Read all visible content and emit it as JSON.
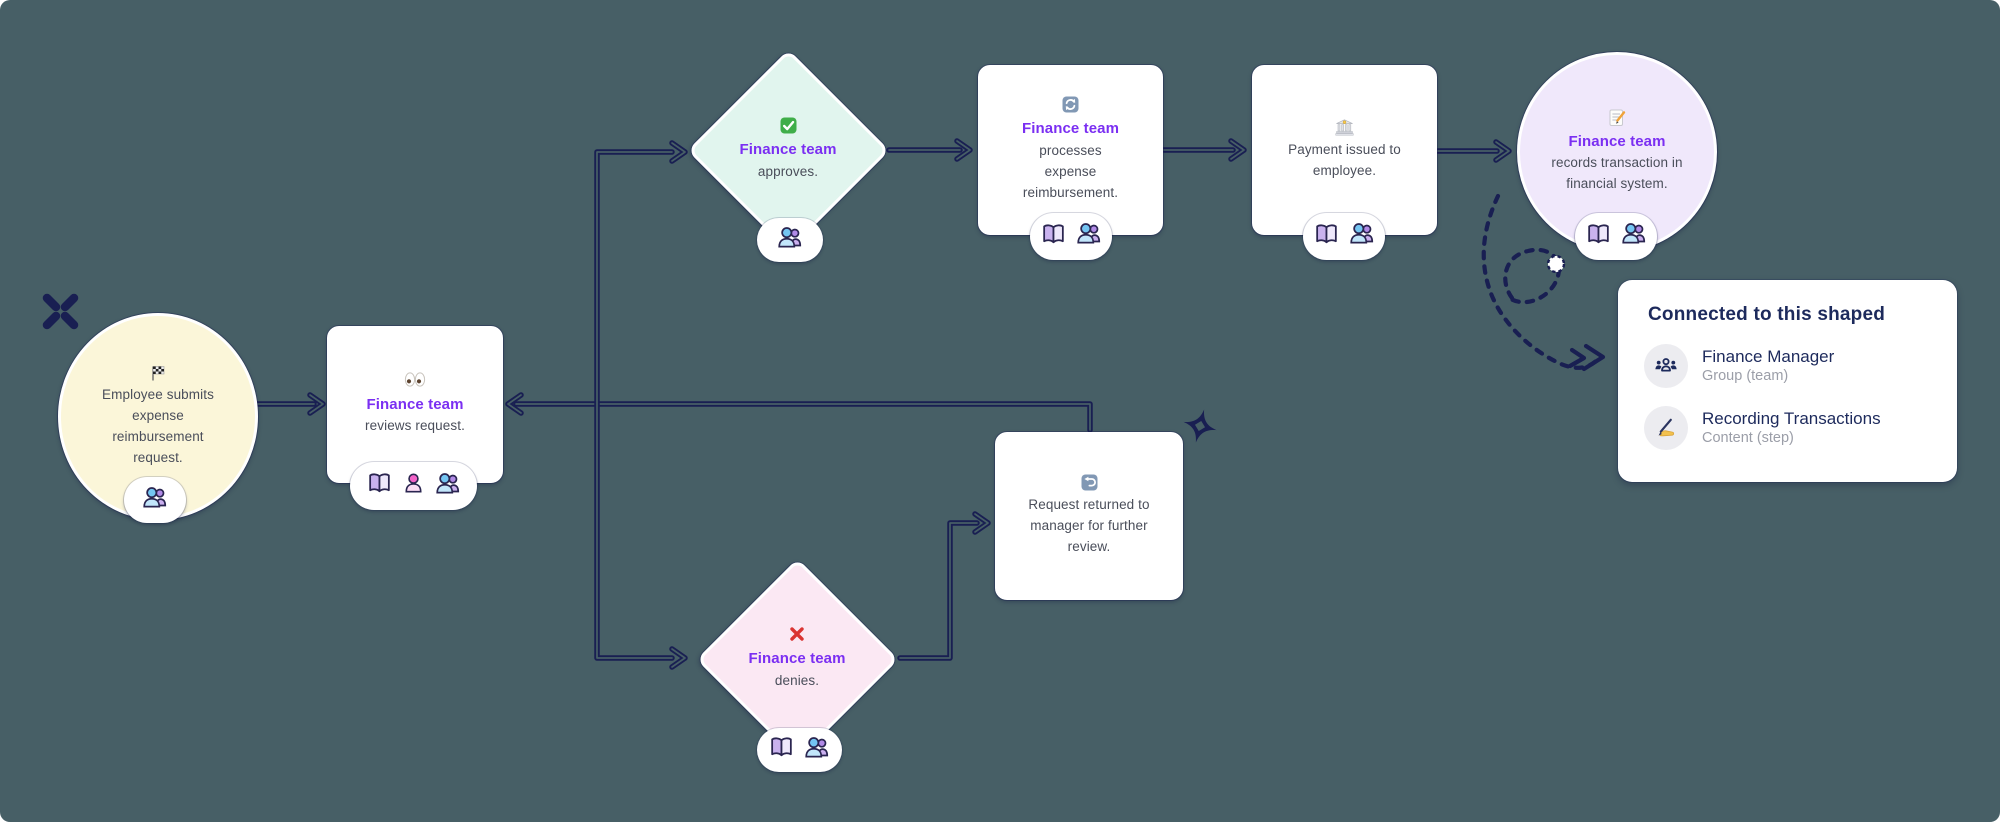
{
  "canvas": {
    "background_color": "#475f66",
    "connector_color": "#191f52",
    "accent_purple": "#7b2ff2",
    "decorations": [
      "x-sparkle-icon",
      "star-sparkle-icon",
      "dashed-loop-arrow"
    ]
  },
  "nodes": {
    "employee_submits": {
      "shape": "circle",
      "fill": "#fbf6d9",
      "icon": "checkered-flag-icon",
      "text": "Employee submits expense reimbursement request.",
      "badges": [
        "people-icon"
      ]
    },
    "reviews": {
      "shape": "rectangle",
      "fill": "#ffffff",
      "icon": "eyes-icon",
      "team": "Finance team",
      "text": "reviews request.",
      "badges": [
        "book-icon",
        "person-icon",
        "people-icon"
      ]
    },
    "approves": {
      "shape": "diamond",
      "fill": "#e1f5ee",
      "icon": "check-icon",
      "team": "Finance team",
      "text": "approves.",
      "badges": [
        "people-icon"
      ]
    },
    "processes": {
      "shape": "rectangle",
      "fill": "#ffffff",
      "icon": "refresh-icon",
      "team": "Finance team",
      "text": "processes expense reimbursement.",
      "badges": [
        "book-icon",
        "people-icon"
      ]
    },
    "payment": {
      "shape": "rectangle",
      "fill": "#ffffff",
      "icon": "bank-icon",
      "text": "Payment issued to employee.",
      "badges": [
        "book-icon",
        "people-icon"
      ]
    },
    "records": {
      "shape": "circle",
      "fill": "#f0e8fb",
      "icon": "memo-icon",
      "team": "Finance team",
      "text": "records transaction in financial system.",
      "badges": [
        "book-icon",
        "people-icon"
      ]
    },
    "denies": {
      "shape": "diamond",
      "fill": "#fbe8f3",
      "icon": "red-cross-icon",
      "team": "Finance team",
      "text": "denies.",
      "badges": [
        "book-icon",
        "people-icon"
      ]
    },
    "returned": {
      "shape": "rectangle",
      "fill": "#ffffff",
      "icon": "return-arrow-icon",
      "text": "Request returned to manager for further review.",
      "badges": []
    }
  },
  "panel": {
    "title": "Connected to this shaped",
    "items": [
      {
        "icon": "groups-icon",
        "title": "Finance Manager",
        "subtitle": "Group (team)"
      },
      {
        "icon": "writing-hand-icon",
        "title": "Recording Transactions",
        "subtitle": "Content (step)"
      }
    ]
  }
}
